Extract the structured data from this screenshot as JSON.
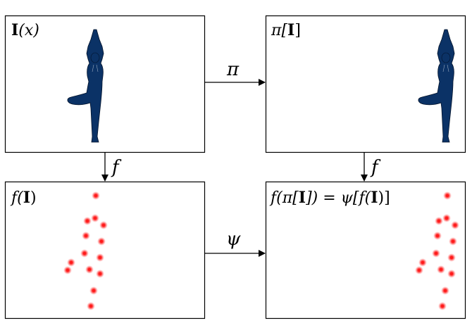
{
  "panels": {
    "top_left": {
      "label_bold": "I",
      "label_rest": "(x)"
    },
    "top_right": {
      "label_pre": "π[",
      "label_bold": "I",
      "label_post": "]"
    },
    "bottom_left": {
      "label_pre": "f(",
      "label_bold": "I",
      "label_post": ")"
    },
    "bottom_right": {
      "label_parts": [
        "f(π[",
        "I",
        "]) = ψ[f(",
        "I",
        ")]"
      ]
    }
  },
  "arrows": {
    "top_horizontal": "π",
    "bottom_horizontal": "ψ",
    "left_vertical": "f",
    "right_vertical": "f"
  },
  "colors": {
    "silhouette": "#0b3266",
    "keypoint": "#ff1a1a"
  }
}
